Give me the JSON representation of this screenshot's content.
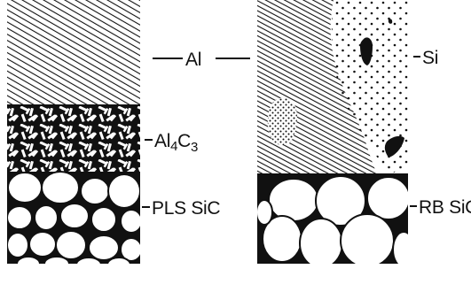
{
  "labels": {
    "al": "Al",
    "al4c3_main": "Al",
    "al4c3_sub1": "4",
    "al4c3_c": "C",
    "al4c3_sub2": "3",
    "pls_sic": "PLS SiC",
    "si": "Si",
    "rb_sic": "RB SiC"
  },
  "colors": {
    "ink": "#111111",
    "paper": "#ffffff"
  }
}
